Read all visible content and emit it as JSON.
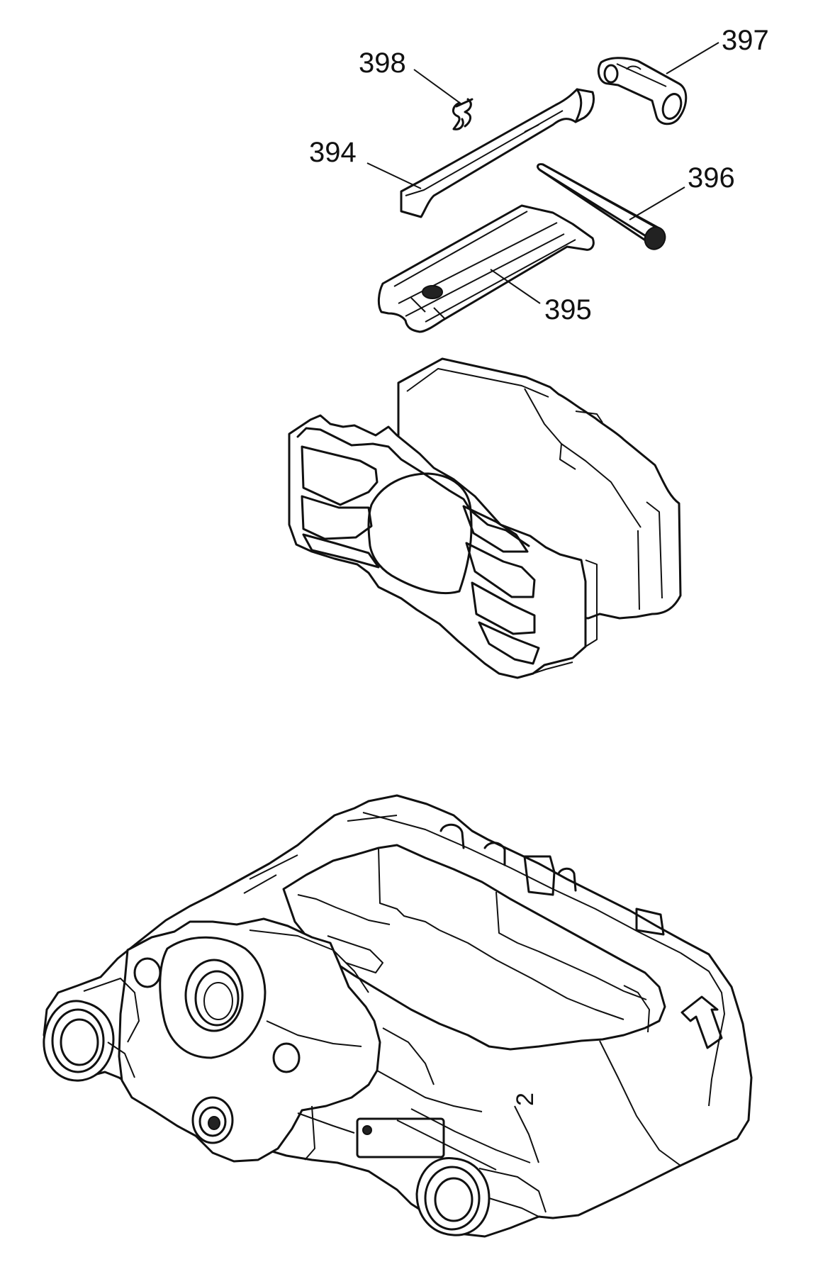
{
  "diagram": {
    "callouts": [
      {
        "id": "398",
        "text": "398"
      },
      {
        "id": "397",
        "text": "397"
      },
      {
        "id": "394",
        "text": "394"
      },
      {
        "id": "396",
        "text": "396"
      },
      {
        "id": "395",
        "text": "395"
      }
    ],
    "caliper_marks": {
      "side_number": "2"
    }
  }
}
